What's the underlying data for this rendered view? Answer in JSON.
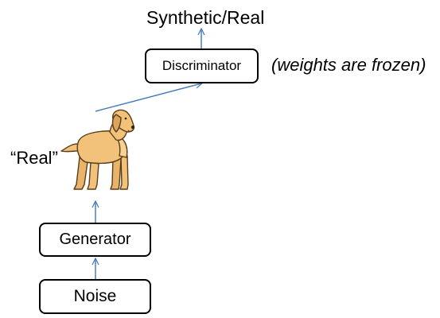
{
  "diagram": {
    "output_label": "Synthetic/Real",
    "discriminator_label": "Discriminator",
    "note_label": "(weights are frozen)",
    "real_label": "“Real”",
    "generator_label": "Generator",
    "noise_label": "Noise",
    "arrow_color": "#4a7ebb",
    "box_border_color": "#000000",
    "image_icon": "dog-icon"
  }
}
